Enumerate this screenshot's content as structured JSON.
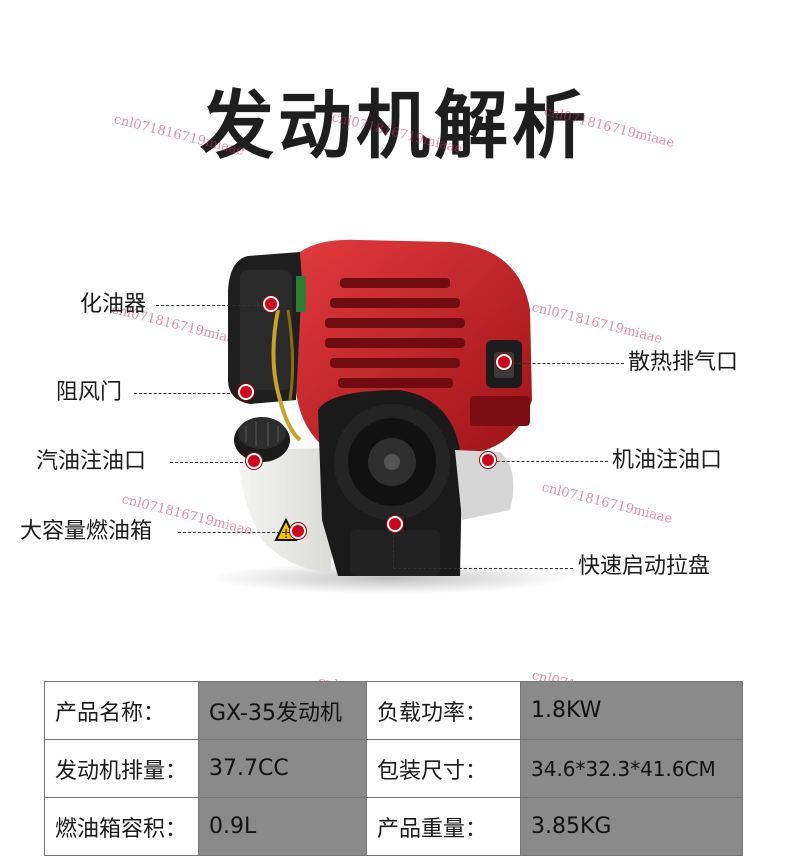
{
  "page": {
    "title": "发动机解析",
    "watermark": "cnl071816719miaae"
  },
  "callouts": {
    "carburetor": "化油器",
    "choke": "阻风门",
    "fuel_filler": "汽油注油口",
    "fuel_tank": "大容量燃油箱",
    "exhaust": "散热排气口",
    "oil_filler": "机油注油口",
    "recoil_starter": "快速启动拉盘"
  },
  "specs": {
    "rows": [
      [
        {
          "label": "产品名称：",
          "value": "GX-35发动机"
        },
        {
          "label": "负载功率：",
          "value": "1.8KW"
        }
      ],
      [
        {
          "label": "发动机排量：",
          "value": "37.7CC"
        },
        {
          "label": "包装尺寸：",
          "value": "34.6*32.3*41.6CM"
        }
      ],
      [
        {
          "label": "燃油箱容积：",
          "value": "0.9L"
        },
        {
          "label": "产品重量：",
          "value": "3.85KG"
        }
      ]
    ]
  },
  "colors": {
    "engine_red": "#c81e24",
    "marker_red": "#d0021b",
    "cell_gray": "#8a8a8a"
  }
}
